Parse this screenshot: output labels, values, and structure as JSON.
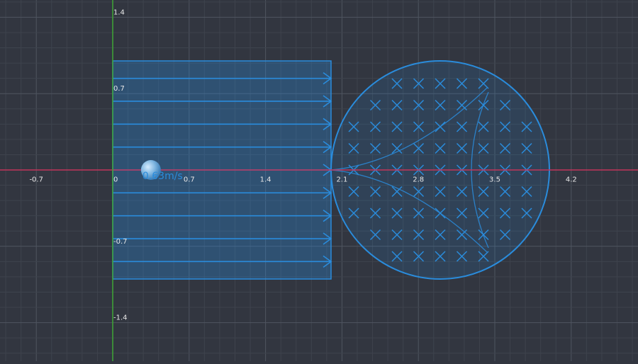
{
  "axes": {
    "x_ticks": [
      {
        "value": -0.7,
        "label": "-0.7"
      },
      {
        "value": 0,
        "label": "0"
      },
      {
        "value": 0.7,
        "label": "0.7"
      },
      {
        "value": 1.4,
        "label": "1.4"
      },
      {
        "value": 2.1,
        "label": "2.1"
      },
      {
        "value": 2.8,
        "label": "2.8"
      },
      {
        "value": 3.5,
        "label": "3.5"
      },
      {
        "value": 4.2,
        "label": "4.2"
      }
    ],
    "y_ticks": [
      {
        "value": 1.4,
        "label": "1.4"
      },
      {
        "value": 0.7,
        "label": "0.7"
      },
      {
        "value": -0.7,
        "label": "-0.7"
      },
      {
        "value": -1.4,
        "label": "-1.4"
      }
    ],
    "x_axis_color": "#c2355a",
    "y_axis_color": "#3fa535"
  },
  "electric_field_region": {
    "x_range": [
      0,
      2.0
    ],
    "y_range": [
      -1.0,
      1.0
    ],
    "direction": "+x",
    "field_lines_y": [
      0.84,
      0.63,
      0.42,
      0.21,
      0.0,
      -0.21,
      -0.42,
      -0.63,
      -0.84
    ],
    "color": "#2a8cdc"
  },
  "magnetic_field_region": {
    "shape": "circle",
    "center": [
      3.0,
      0.0
    ],
    "radius": 1.0,
    "direction": "into-page",
    "color": "#2a8cdc"
  },
  "particle": {
    "position": [
      0.35,
      0.0
    ],
    "velocity_label": "0.63m/s",
    "color": "#7fb6e0"
  }
}
